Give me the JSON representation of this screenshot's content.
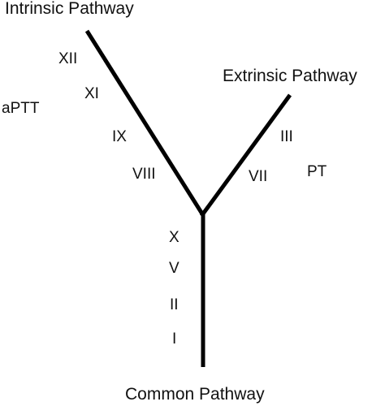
{
  "pathways": {
    "intrinsic": {
      "title": "Intrinsic Pathway",
      "test": "aPTT",
      "factors": [
        "XII",
        "XI",
        "IX",
        "VIII"
      ]
    },
    "extrinsic": {
      "title": "Extrinsic Pathway",
      "test": "PT",
      "factors": [
        "III",
        "VII"
      ]
    },
    "common": {
      "title": "Common Pathway",
      "factors": [
        "X",
        "V",
        "II",
        "I"
      ]
    }
  },
  "colors": {
    "line": "#000000",
    "text": "#111111",
    "background": "#ffffff"
  }
}
